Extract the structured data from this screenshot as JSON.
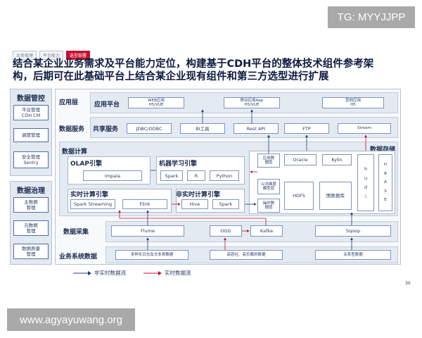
{
  "watermarks": {
    "top": "TG: MYYJJPP",
    "bottom": "www.agyayuwang.org"
  },
  "tabs": [
    "业务梳理",
    "平台能力",
    "选型部署"
  ],
  "title": "结合某企业业务需求及平台能力定位，构建基于CDH平台的整体技术组件参考架构，后期可在此基础平台上结合某企业现有组件和第三方选型进行扩展",
  "data_control": {
    "title": "数据管控",
    "items": [
      "平台管理\nCDH CM",
      "调度管理",
      "安全管理\nSentry"
    ]
  },
  "data_governance": {
    "title": "数据治理",
    "items": [
      "主数据\n管理",
      "元数据\n管理",
      "数据质量\n管理"
    ]
  },
  "layers": {
    "app": {
      "label": "应用层",
      "platform_label": "应用平台",
      "items": [
        "WEB应用\nH5/VUE",
        "移动应用App\nH5/VUE",
        "其他应用\nH5"
      ]
    },
    "service": {
      "label": "数据服务",
      "shared_label": "共享服务",
      "items": [
        "JDBC/ODBC",
        "BI工具",
        "Rest API",
        "FTP",
        "Stream"
      ]
    },
    "compute": {
      "label": "数据计算",
      "olap_label": "OLAP引擎",
      "olap_items": [
        "Impala"
      ],
      "ml_label": "机器学习引擎",
      "ml_items": [
        "Spark",
        "R",
        "Python"
      ],
      "realtime_label": "实时计算引擎",
      "realtime_items": [
        "Spark Streaming",
        "Flink"
      ],
      "batch_label": "非实时计算引擎",
      "batch_items": [
        "Hive",
        "Spark"
      ]
    },
    "storage": {
      "label": "数据存储",
      "side_labels": [
        "应用数\n据层",
        "公共维度\n模型层",
        "操作数\n据层"
      ],
      "items": [
        "Oracle",
        "Kylin",
        "HDFS",
        "图数据库"
      ],
      "hbase_letters": [
        "H",
        "B",
        "A",
        "S",
        "E"
      ],
      "hudi_letters": [
        "h",
        "u",
        "d",
        "i"
      ]
    },
    "collect": {
      "label": "数据采集",
      "items": [
        "Flume",
        "OGG",
        "Kafka",
        "Sqoop"
      ]
    },
    "business": {
      "label": "业务系统数据",
      "items": [
        "多样化日志及文本类数据",
        "高吞吐、高负载的数据",
        "关系型数据"
      ]
    }
  },
  "legend": {
    "batch": "非实时数据流",
    "realtime": "实时数据流"
  },
  "colors": {
    "batch_flow": "#1f3a7a",
    "realtime_flow": "#c8102e",
    "accent_tab": "#c8102e"
  },
  "page_number": "30"
}
